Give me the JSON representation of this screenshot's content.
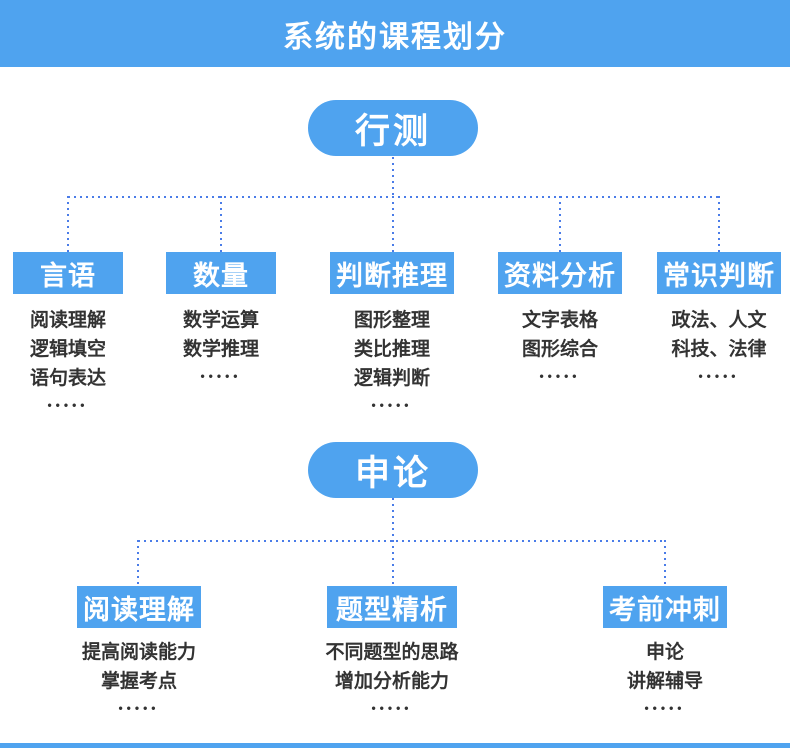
{
  "header": {
    "title": "系统的课程划分"
  },
  "colors": {
    "primary_blue": "#4fa3ef",
    "line_blue": "#4a7ce8",
    "text_dark": "#333333"
  },
  "sections": [
    {
      "root": "行测",
      "branches": [
        {
          "label": "言语",
          "items": [
            "阅读理解",
            "逻辑填空",
            "语句表达"
          ],
          "more": "•••••"
        },
        {
          "label": "数量",
          "items": [
            "数学运算",
            "数学推理"
          ],
          "more": "•••••"
        },
        {
          "label": "判断推理",
          "items": [
            "图形整理",
            "类比推理",
            "逻辑判断"
          ],
          "more": "•••••"
        },
        {
          "label": "资料分析",
          "items": [
            "文字表格",
            "图形综合"
          ],
          "more": "•••••"
        },
        {
          "label": "常识判断",
          "items": [
            "政法、人文",
            "科技、法律"
          ],
          "more": "•••••"
        }
      ]
    },
    {
      "root": "申论",
      "branches": [
        {
          "label": "阅读理解",
          "items": [
            "提高阅读能力",
            "掌握考点"
          ],
          "more": "•••••"
        },
        {
          "label": "题型精析",
          "items": [
            "不同题型的思路",
            "增加分析能力"
          ],
          "more": "•••••"
        },
        {
          "label": "考前冲刺",
          "items": [
            "申论",
            "讲解辅导"
          ],
          "more": "•••••"
        }
      ]
    }
  ]
}
